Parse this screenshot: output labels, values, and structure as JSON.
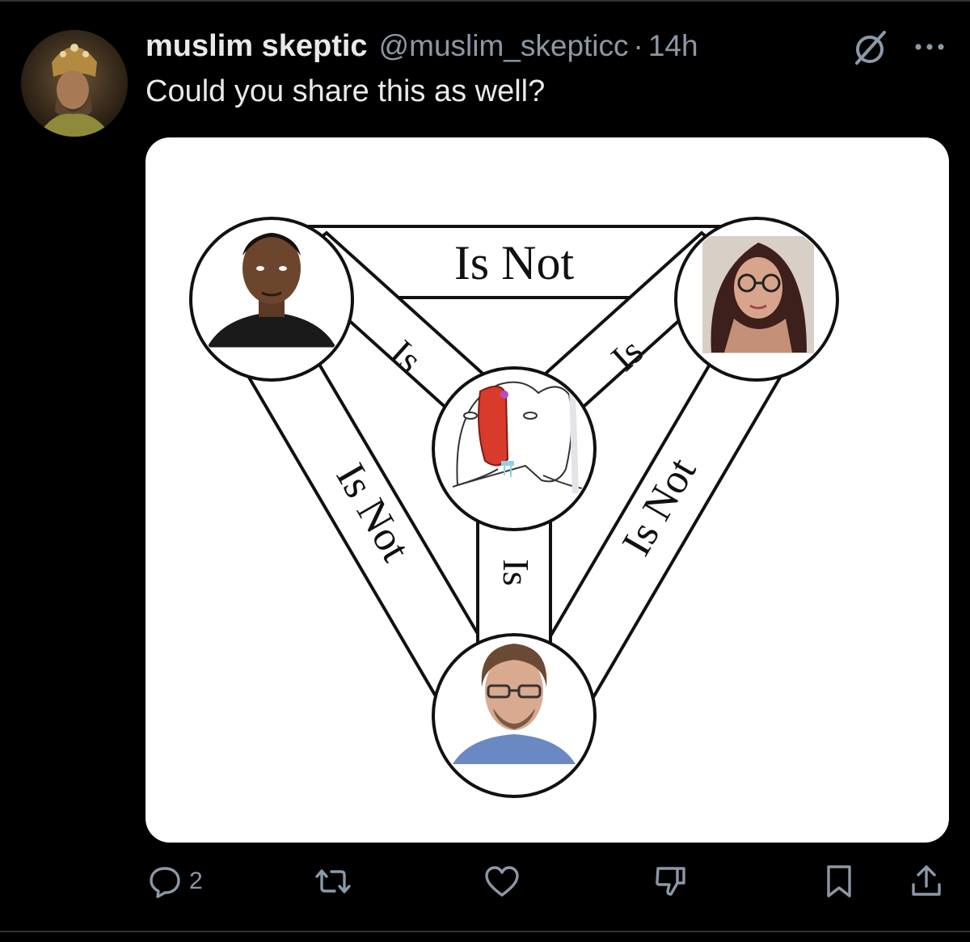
{
  "post": {
    "author_name": "muslim skeptic",
    "handle": "@muslim_skepticc",
    "separator": "·",
    "time": "14h",
    "text": "Could you share this as well?"
  },
  "diagram": {
    "edges": {
      "top": "Is Not",
      "left": "Is Not",
      "right": "Is Not",
      "center_left": "Is",
      "center_right": "Is",
      "center_bottom": "Is"
    }
  },
  "actions": {
    "reply_count": "2"
  },
  "icons": [
    "grok-icon",
    "more-icon",
    "reply-icon",
    "retweet-icon",
    "like-icon",
    "dislike-icon",
    "bookmark-icon",
    "share-icon"
  ],
  "colors": {
    "background": "#000000",
    "primary_text": "#e7e9ea",
    "secondary_text": "#8b98a5",
    "media_background": "#ffffff"
  }
}
